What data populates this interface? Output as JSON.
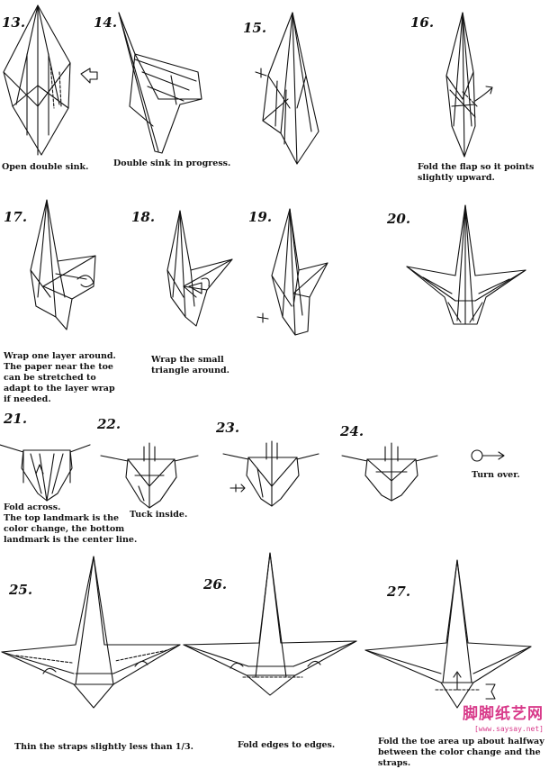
{
  "steps": [
    {
      "num": "13.",
      "caption": "Open double sink."
    },
    {
      "num": "14.",
      "caption": "Double sink in progress."
    },
    {
      "num": "15.",
      "caption": ""
    },
    {
      "num": "16.",
      "caption": "Fold the flap so it points\nslightly upward."
    },
    {
      "num": "17.",
      "caption": "Wrap one layer around.\nThe paper near the toe\ncan be stretched to\nadapt to the layer wrap\nif needed."
    },
    {
      "num": "18.",
      "caption": "Wrap the small\ntriangle around."
    },
    {
      "num": "19.",
      "caption": ""
    },
    {
      "num": "20.",
      "caption": ""
    },
    {
      "num": "21.",
      "caption": "Fold across.\nThe top landmark is the\ncolor change, the bottom\nlandmark is the center line."
    },
    {
      "num": "22.",
      "caption": "Tuck inside."
    },
    {
      "num": "23.",
      "caption": ""
    },
    {
      "num": "24.",
      "caption": ""
    },
    {
      "num": "",
      "caption": "Turn over."
    },
    {
      "num": "25.",
      "caption": "Thin the straps slightly less than 1/3."
    },
    {
      "num": "26.",
      "caption": "Fold edges to edges."
    },
    {
      "num": "27.",
      "caption": "Fold the toe area up about halfway\nbetween the color change and the straps."
    }
  ],
  "watermark": {
    "logo": "脚脚纸艺网",
    "url": "[www.saysay.net]",
    "color": "#d83a8a"
  }
}
